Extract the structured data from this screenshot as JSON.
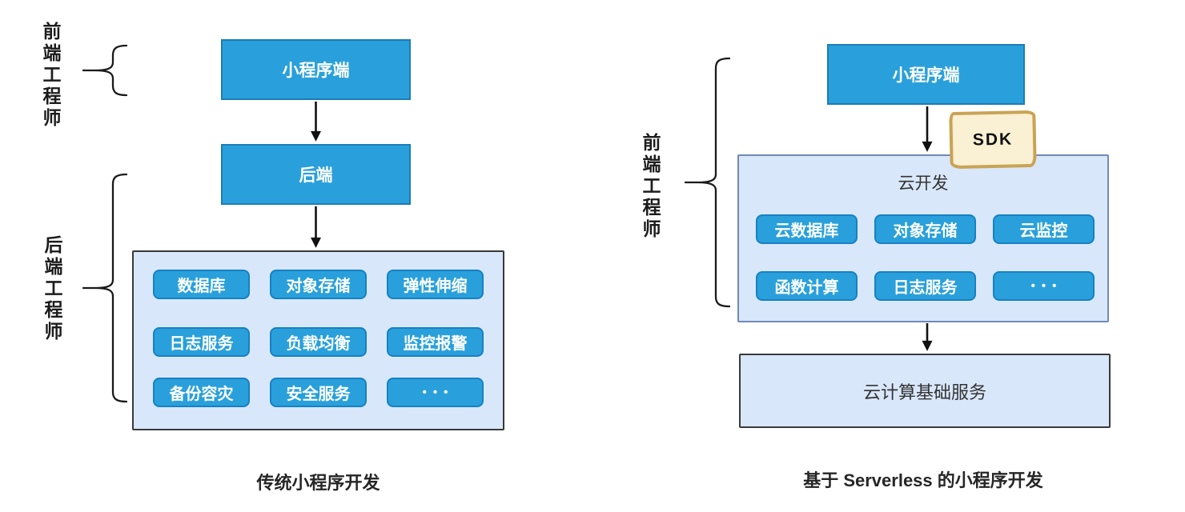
{
  "colors": {
    "accent_blue": "#29A0DB",
    "chip_border": "#1581C4",
    "panel_blue": "#D9E7FA",
    "panel_border_dark": "#3A3A3A",
    "panel_border_blue": "#7089B8",
    "sdk_fill": "#FAF0D3",
    "sdk_border": "#C9A355",
    "text_dark": "#262626",
    "box_text": "#FFFFFF"
  },
  "left": {
    "front_engineer_label": "前端工程师",
    "back_engineer_label": "后端工程师",
    "client_box": "小程序端",
    "backend_box": "后端",
    "service_rows": [
      [
        "数据库",
        "对象存储",
        "弹性伸缩"
      ],
      [
        "日志服务",
        "负载均衡",
        "监控报警"
      ],
      [
        "备份容灾",
        "安全服务",
        "•••"
      ]
    ],
    "caption": "传统小程序开发"
  },
  "right": {
    "front_engineer_label": "前端工程师",
    "client_box": "小程序端",
    "sdk_badge": "SDK",
    "cloud_panel_title": "云开发",
    "service_rows": [
      [
        "云数据库",
        "对象存储",
        "云监控"
      ],
      [
        "函数计算",
        "日志服务",
        "•••"
      ]
    ],
    "base_box": "云计算基础服务",
    "caption": "基于 Serverless 的小程序开发"
  }
}
